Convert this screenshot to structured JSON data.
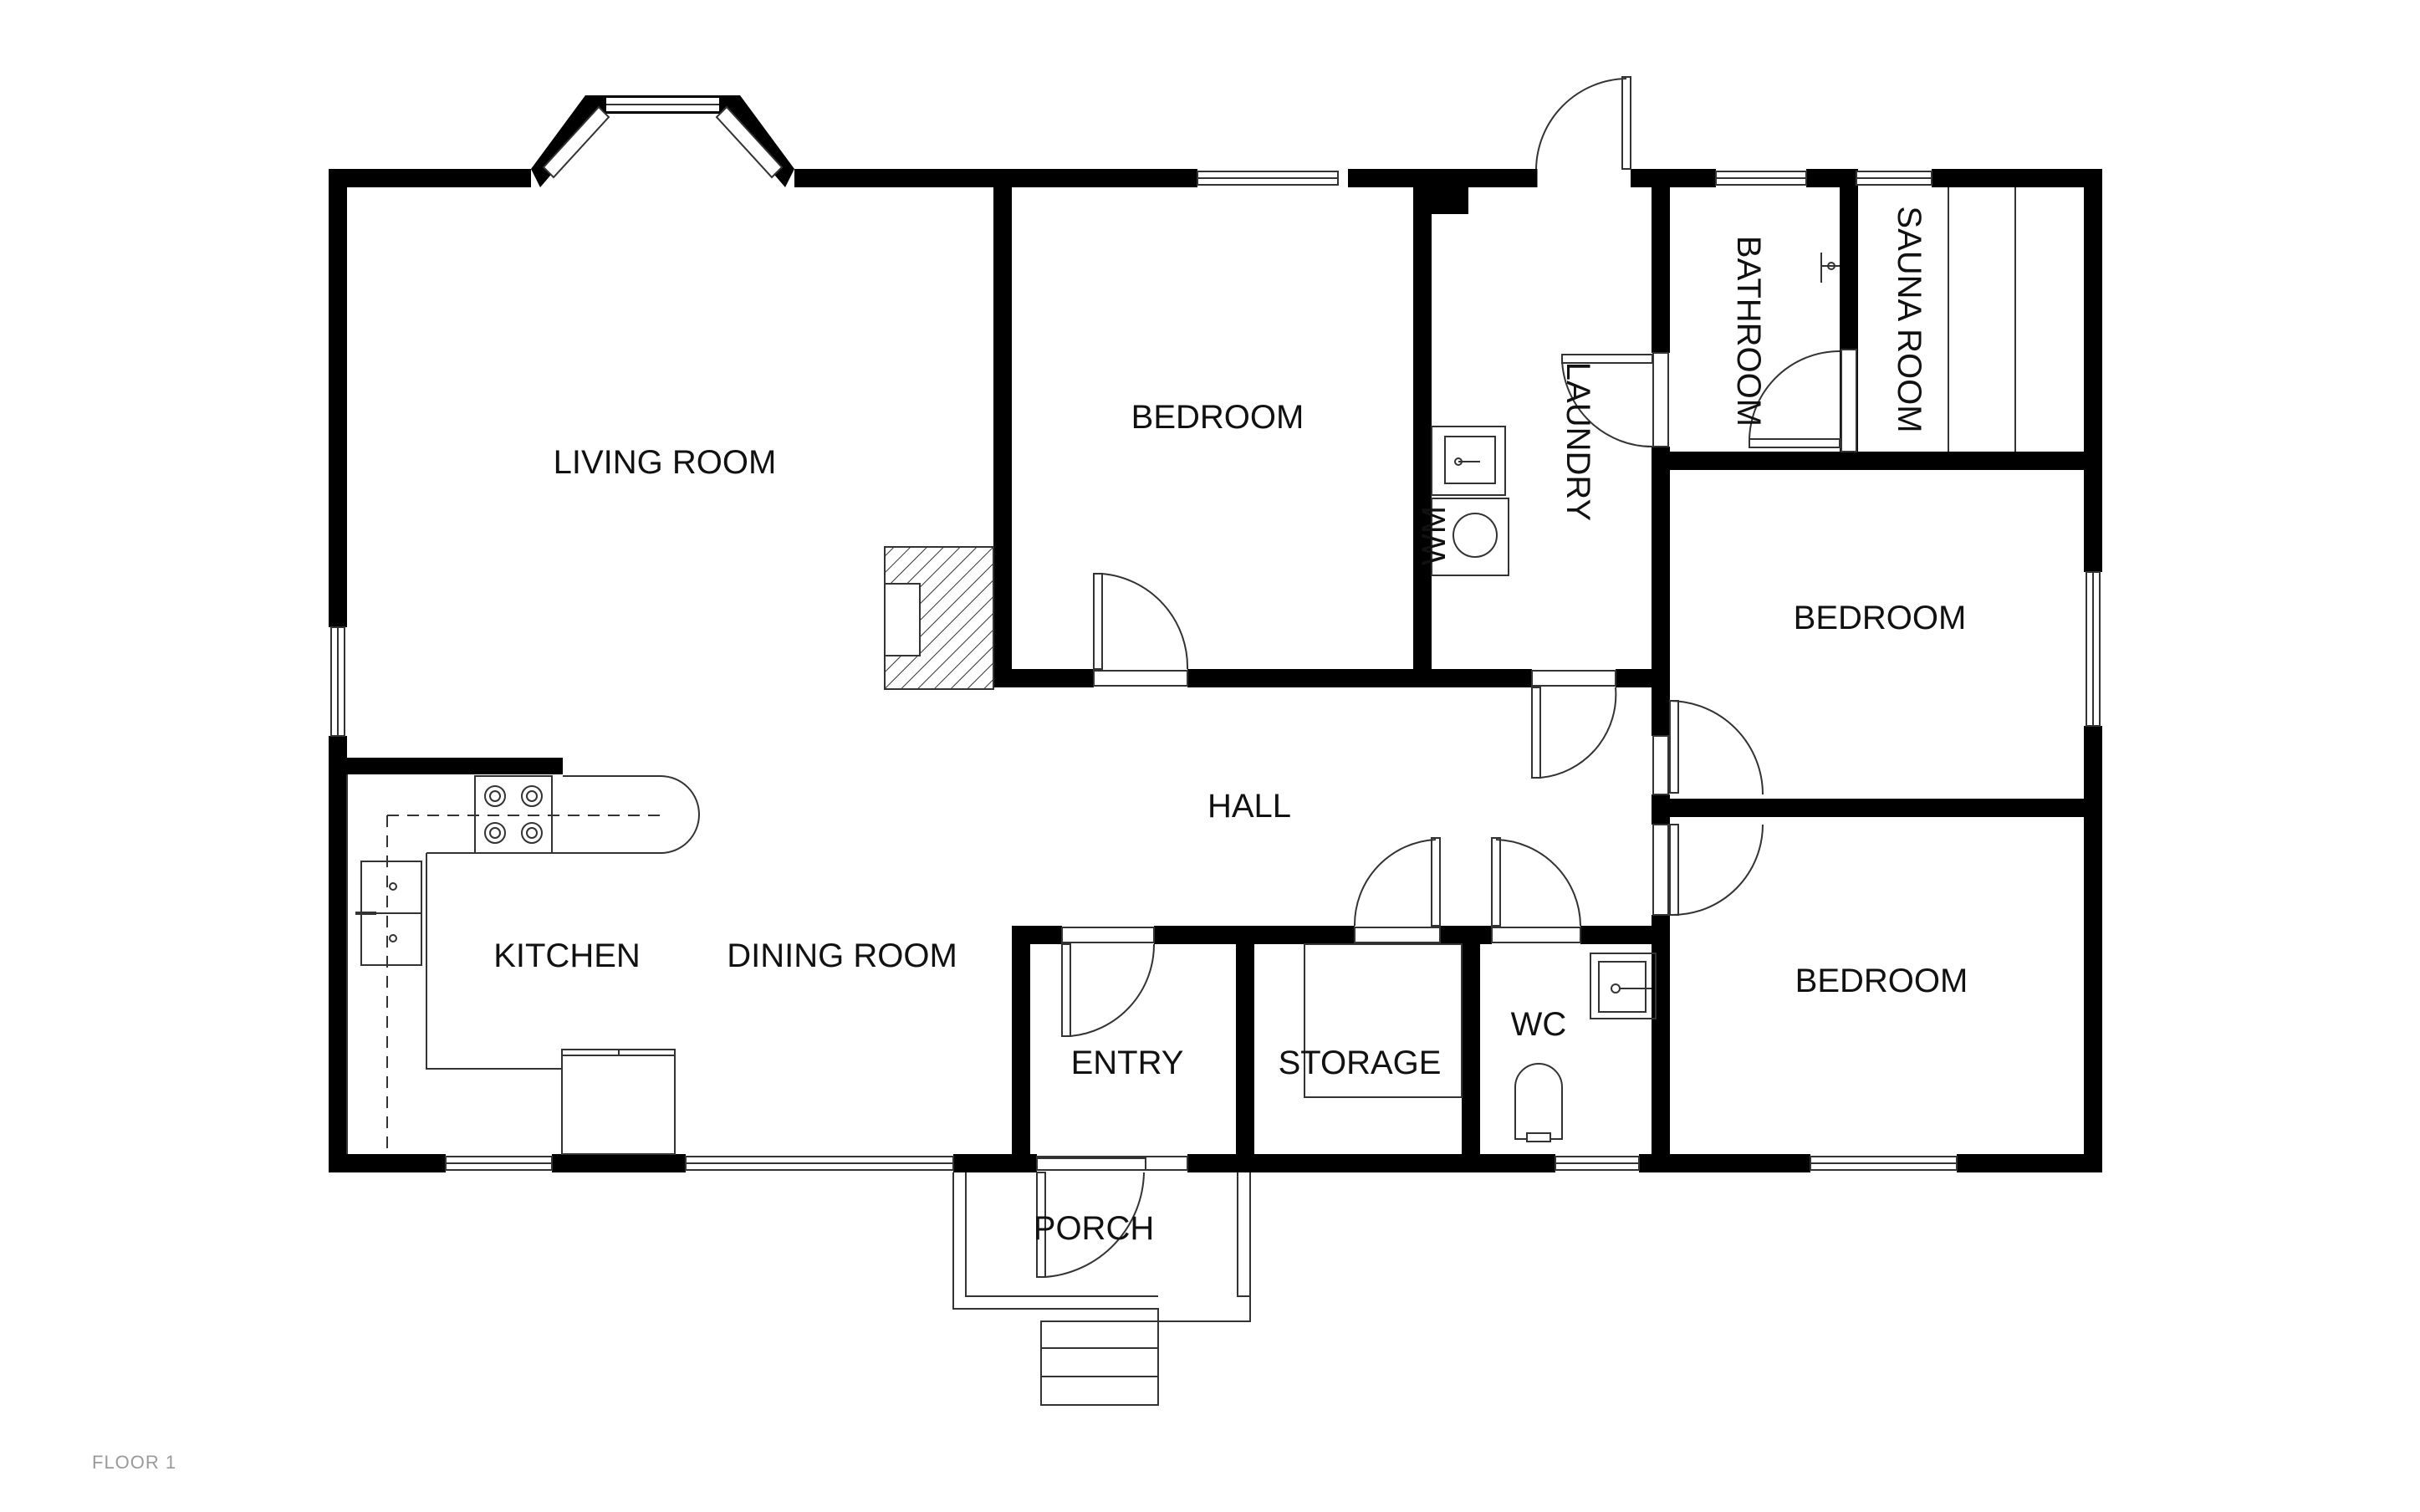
{
  "plan": {
    "floor_label": "FLOOR 1",
    "rooms": {
      "living_room": "LIVING ROOM",
      "bedroom_1": "BEDROOM",
      "laundry": "LAUNDRY",
      "bathroom": "BATHROOM",
      "sauna_room": "SAUNA ROOM",
      "bedroom_2": "BEDROOM",
      "bedroom_3": "BEDROOM",
      "hall": "HALL",
      "kitchen": "KITCHEN",
      "dining_room": "DINING ROOM",
      "entry": "ENTRY",
      "storage": "STORAGE",
      "wc": "WC",
      "porch": "PORCH"
    },
    "fixture_labels": {
      "washing_machine": "WM"
    },
    "colors": {
      "wall": "#000000",
      "thin_line": "#333333",
      "background": "#ffffff"
    }
  }
}
